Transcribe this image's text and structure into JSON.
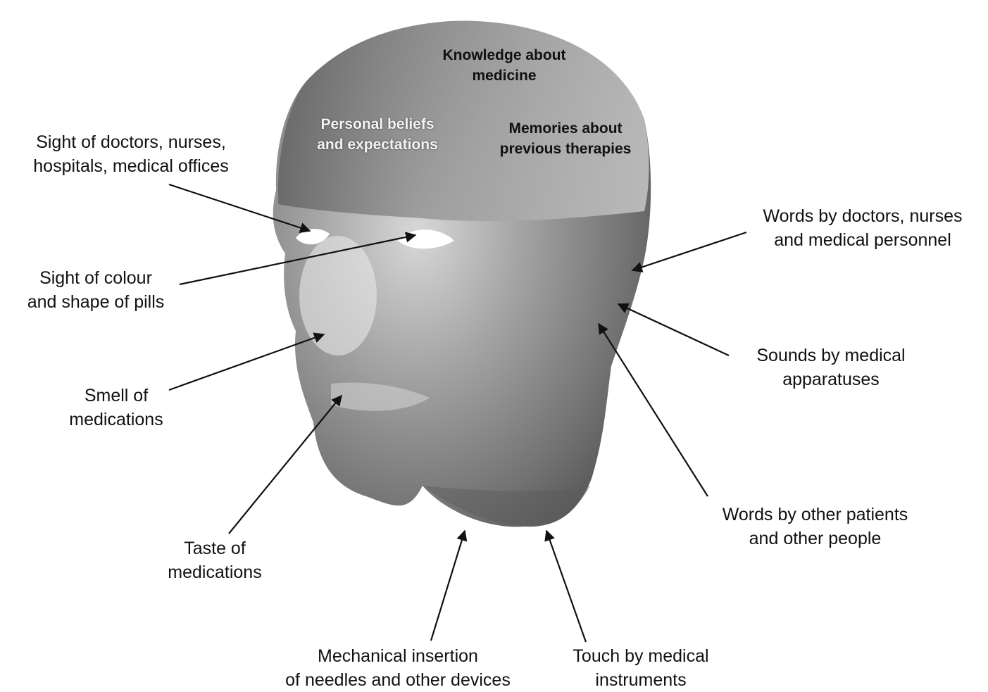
{
  "inner_labels": {
    "knowledge": [
      "Knowledge about",
      "medicine"
    ],
    "beliefs": [
      "Personal beliefs",
      "and expectations"
    ],
    "memories": [
      "Memories about",
      "previous therapies"
    ]
  },
  "labels": {
    "sight_doctors": [
      "Sight of doctors, nurses,",
      "hospitals, medical offices"
    ],
    "sight_pills": [
      "Sight of colour",
      "and shape of pills"
    ],
    "smell": [
      "Smell of",
      "medications"
    ],
    "taste": [
      "Taste of",
      "medications"
    ],
    "mechanical": [
      "Mechanical insertion",
      "of needles and other devices"
    ],
    "touch": [
      "Touch by medical",
      "instruments"
    ],
    "words_doctors": [
      "Words by doctors, nurses",
      "and medical personnel"
    ],
    "sounds": [
      "Sounds by medical",
      "apparatuses"
    ],
    "words_patients": [
      "Words by other patients",
      "and other people"
    ]
  },
  "colors": {
    "face_light": "#e6e6e6",
    "face_mid": "#8f8f8f",
    "face_dark": "#4a4a4a",
    "arrow": "#111111"
  }
}
